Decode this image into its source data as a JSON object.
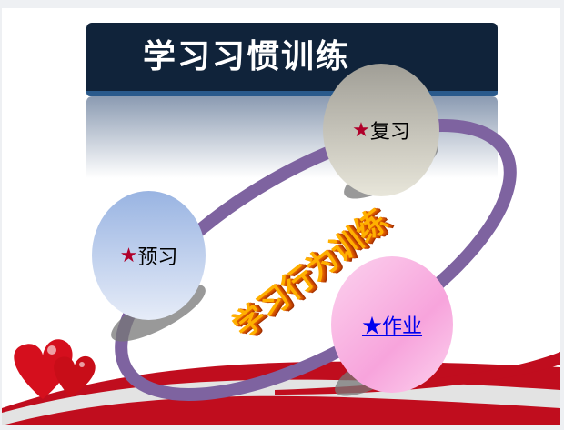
{
  "title": "学习习惯训练",
  "center_text": "学习行为训练",
  "items": [
    {
      "star": "★",
      "label": "复习"
    },
    {
      "star": "★",
      "label": "预习"
    },
    {
      "star": "★",
      "label": "作业"
    }
  ],
  "colors": {
    "banner": "#10233a",
    "ring": "#7e63a0",
    "accent_red": "#c00d1e"
  }
}
